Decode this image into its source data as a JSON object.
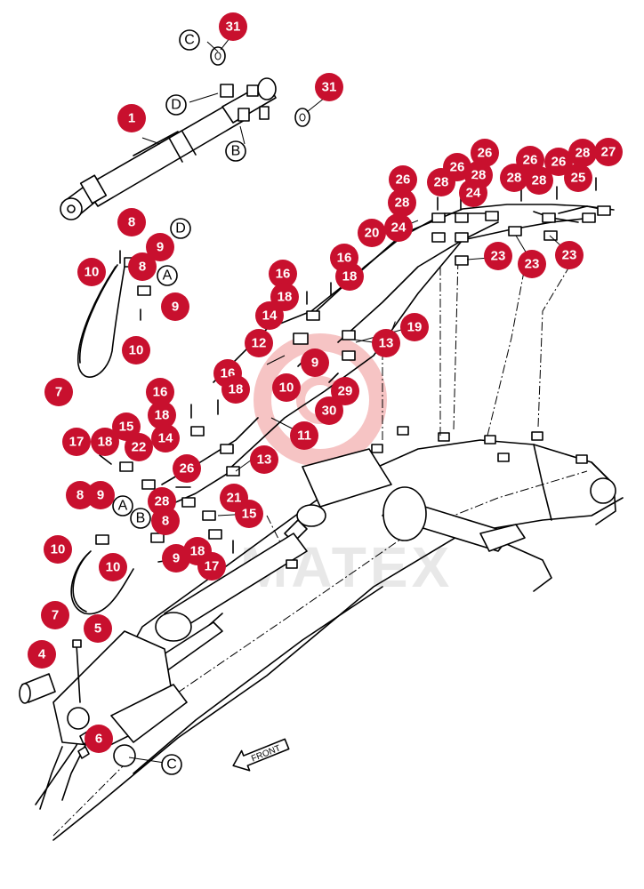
{
  "watermark": {
    "text": "MATEX"
  },
  "front_label": "FRONT",
  "callouts": [
    {
      "n": "31"
    },
    {
      "n": "31"
    },
    {
      "n": "1"
    },
    {
      "n": "8"
    },
    {
      "n": "9"
    },
    {
      "n": "10"
    },
    {
      "n": "8"
    },
    {
      "n": "9"
    },
    {
      "n": "10"
    },
    {
      "n": "7"
    },
    {
      "n": "16"
    },
    {
      "n": "18"
    },
    {
      "n": "16"
    },
    {
      "n": "18"
    },
    {
      "n": "14"
    },
    {
      "n": "12"
    },
    {
      "n": "9"
    },
    {
      "n": "10"
    },
    {
      "n": "13"
    },
    {
      "n": "19"
    },
    {
      "n": "20"
    },
    {
      "n": "26"
    },
    {
      "n": "28"
    },
    {
      "n": "24"
    },
    {
      "n": "26"
    },
    {
      "n": "28"
    },
    {
      "n": "26"
    },
    {
      "n": "28"
    },
    {
      "n": "24"
    },
    {
      "n": "28"
    },
    {
      "n": "26"
    },
    {
      "n": "26"
    },
    {
      "n": "28"
    },
    {
      "n": "28"
    },
    {
      "n": "27"
    },
    {
      "n": "25"
    },
    {
      "n": "23"
    },
    {
      "n": "23"
    },
    {
      "n": "23"
    },
    {
      "n": "29"
    },
    {
      "n": "30"
    },
    {
      "n": "16"
    },
    {
      "n": "18"
    },
    {
      "n": "16"
    },
    {
      "n": "18"
    },
    {
      "n": "15"
    },
    {
      "n": "17"
    },
    {
      "n": "18"
    },
    {
      "n": "22"
    },
    {
      "n": "14"
    },
    {
      "n": "13"
    },
    {
      "n": "11"
    },
    {
      "n": "26"
    },
    {
      "n": "8"
    },
    {
      "n": "9"
    },
    {
      "n": "28"
    },
    {
      "n": "8"
    },
    {
      "n": "21"
    },
    {
      "n": "15"
    },
    {
      "n": "10"
    },
    {
      "n": "10"
    },
    {
      "n": "9"
    },
    {
      "n": "18"
    },
    {
      "n": "17"
    },
    {
      "n": "7"
    },
    {
      "n": "5"
    },
    {
      "n": "4"
    },
    {
      "n": "6"
    }
  ],
  "refs": [
    {
      "t": "C"
    },
    {
      "t": "D"
    },
    {
      "t": "B"
    },
    {
      "t": "D"
    },
    {
      "t": "A"
    },
    {
      "t": "A"
    },
    {
      "t": "B"
    },
    {
      "t": "C"
    }
  ]
}
